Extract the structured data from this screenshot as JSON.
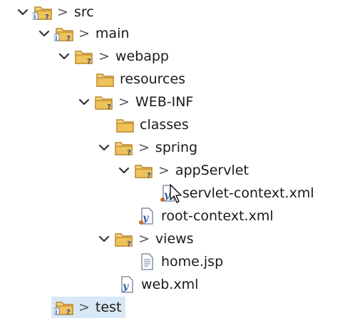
{
  "tree": {
    "nodes": [
      {
        "name": "src",
        "decoration": ">",
        "icon": "package-folder-icon",
        "expanded": true
      },
      {
        "name": "main",
        "decoration": ">",
        "icon": "package-folder-icon",
        "expanded": true
      },
      {
        "name": "webapp",
        "decoration": ">",
        "icon": "folder-icon",
        "expanded": true
      },
      {
        "name": "resources",
        "decoration": "",
        "icon": "folder-icon",
        "expanded": false
      },
      {
        "name": "WEB-INF",
        "decoration": ">",
        "icon": "folder-icon",
        "expanded": true
      },
      {
        "name": "classes",
        "decoration": "",
        "icon": "folder-icon",
        "expanded": false
      },
      {
        "name": "spring",
        "decoration": ">",
        "icon": "folder-icon",
        "expanded": true
      },
      {
        "name": "appServlet",
        "decoration": ">",
        "icon": "folder-icon",
        "expanded": true
      },
      {
        "name": "servlet-context.xml",
        "decoration": "",
        "icon": "xml-file-icon",
        "expanded": false
      },
      {
        "name": "root-context.xml",
        "decoration": "",
        "icon": "xml-file-icon",
        "expanded": false
      },
      {
        "name": "views",
        "decoration": ">",
        "icon": "folder-icon",
        "expanded": true
      },
      {
        "name": "home.jsp",
        "decoration": "",
        "icon": "jsp-file-icon",
        "expanded": false
      },
      {
        "name": "web.xml",
        "decoration": "",
        "icon": "xml-file-icon",
        "expanded": false
      },
      {
        "name": "test",
        "decoration": ">",
        "icon": "package-folder-icon",
        "expanded": false,
        "selected": true
      }
    ]
  },
  "colors": {
    "folder": "#e8b54a",
    "folder_dark": "#b7862a",
    "selection": "#d9e8f7",
    "decoration": "#555555",
    "xml_accent": "#3a5fa8"
  }
}
